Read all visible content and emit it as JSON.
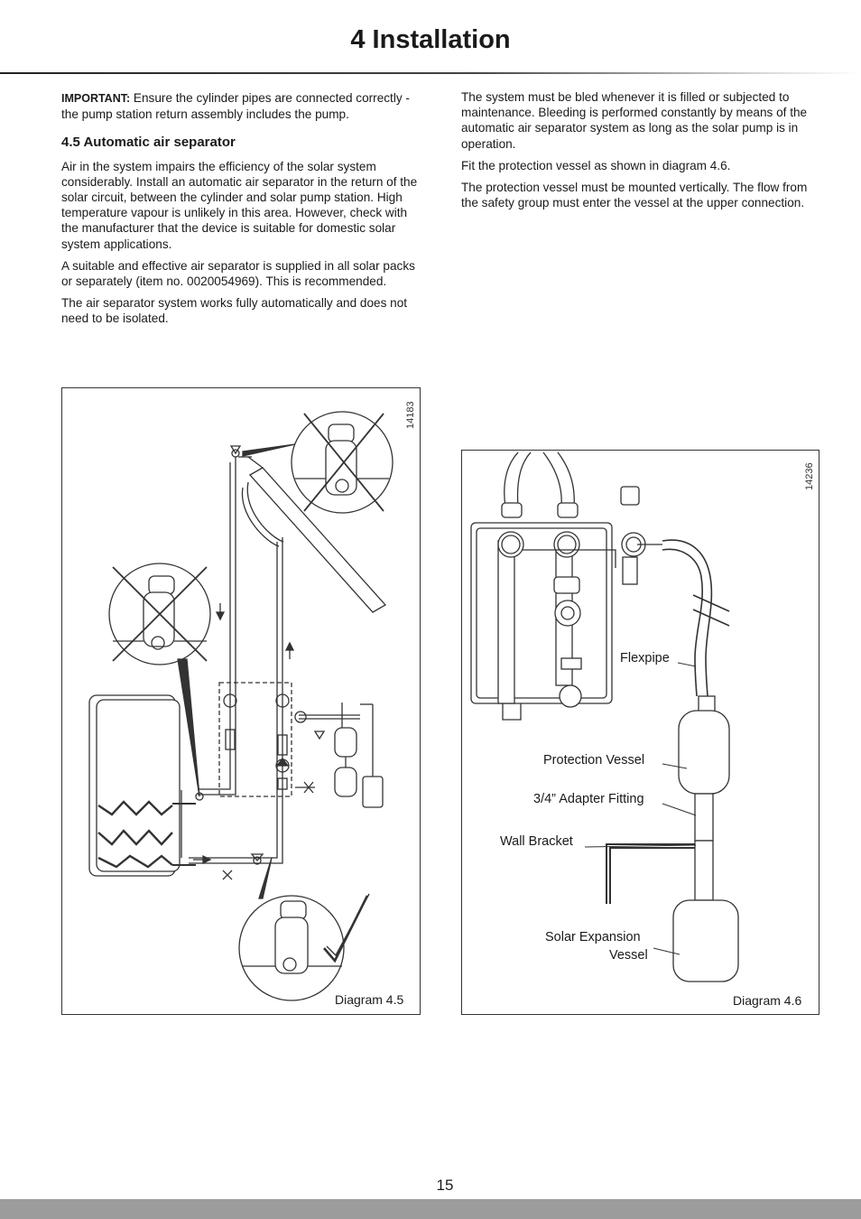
{
  "page": {
    "title": "4 Installation",
    "page_number": "15"
  },
  "left_column": {
    "important_label": "IMPORTANT:",
    "important_text": " Ensure the cylinder pipes are connected correctly - the pump station return assembly includes the pump.",
    "section_heading": "4.5 Automatic air separator",
    "paragraphs": [
      "Air in the system impairs the efficiency of the solar system considerably. Install an automatic air separator in the return of the solar circuit, between the cylinder and solar pump station. High temperature vapour is unlikely in this area. However, check with the manufacturer that the device is suitable for domestic solar system applications.",
      "A suitable and effective air separator is supplied in all solar packs or separately (item no. 0020054969). This is recommended.",
      "The air separator system works fully automatically and does not need to be isolated."
    ]
  },
  "right_column": {
    "paragraphs": [
      "The system must be bled whenever it is filled or subjected to maintenance. Bleeding is performed constantly by means of the automatic air separator system as long as the solar pump is in operation.",
      "Fit the protection vessel as shown in diagram 4.6.",
      "The protection vessel must be mounted vertically. The flow from the safety group must enter the vessel at the upper connection."
    ]
  },
  "diagram_45": {
    "ref_number": "14183",
    "caption": "Diagram 4.5"
  },
  "diagram_46": {
    "ref_number": "14236",
    "caption": "Diagram 4.6",
    "labels": {
      "flexpipe": "Flexpipe",
      "protection_vessel": "Protection Vessel",
      "adapter_fitting": "3/4” Adapter Fitting",
      "wall_bracket": "Wall Bracket",
      "solar_expansion_vessel_line1": "Solar Expansion",
      "solar_expansion_vessel_line2": "Vessel"
    }
  },
  "colors": {
    "text": "#1a1a1a",
    "footer_bar": "#9c9c9c",
    "line_art": "#333333"
  }
}
